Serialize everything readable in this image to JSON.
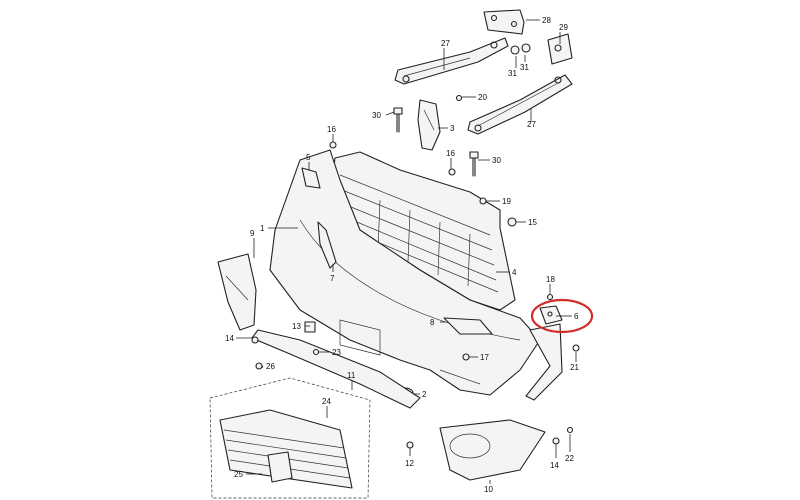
{
  "diagram": {
    "type": "exploded-parts-diagram",
    "highlight_color": "#d42a2a",
    "callouts": [
      {
        "id": "c1",
        "label": "1"
      },
      {
        "id": "c2",
        "label": "2"
      },
      {
        "id": "c3",
        "label": "3"
      },
      {
        "id": "c4",
        "label": "4"
      },
      {
        "id": "c5",
        "label": "5"
      },
      {
        "id": "c6",
        "label": "6",
        "highlighted": true
      },
      {
        "id": "c7",
        "label": "7"
      },
      {
        "id": "c8",
        "label": "8"
      },
      {
        "id": "c9",
        "label": "9"
      },
      {
        "id": "c10",
        "label": "10"
      },
      {
        "id": "c11",
        "label": "11"
      },
      {
        "id": "c12",
        "label": "12"
      },
      {
        "id": "c13",
        "label": "13"
      },
      {
        "id": "c14a",
        "label": "14"
      },
      {
        "id": "c14b",
        "label": "14"
      },
      {
        "id": "c15",
        "label": "15"
      },
      {
        "id": "c16a",
        "label": "16"
      },
      {
        "id": "c16b",
        "label": "16"
      },
      {
        "id": "c17",
        "label": "17"
      },
      {
        "id": "c18",
        "label": "18"
      },
      {
        "id": "c19",
        "label": "19"
      },
      {
        "id": "c20",
        "label": "20"
      },
      {
        "id": "c21",
        "label": "21"
      },
      {
        "id": "c22",
        "label": "22"
      },
      {
        "id": "c23",
        "label": "23"
      },
      {
        "id": "c24",
        "label": "24"
      },
      {
        "id": "c25",
        "label": "25"
      },
      {
        "id": "c26",
        "label": "26"
      },
      {
        "id": "c27a",
        "label": "27"
      },
      {
        "id": "c27b",
        "label": "27"
      },
      {
        "id": "c28",
        "label": "28"
      },
      {
        "id": "c29",
        "label": "29"
      },
      {
        "id": "c30a",
        "label": "30"
      },
      {
        "id": "c30b",
        "label": "30"
      },
      {
        "id": "c31a",
        "label": "31"
      },
      {
        "id": "c31b",
        "label": "31"
      }
    ]
  }
}
